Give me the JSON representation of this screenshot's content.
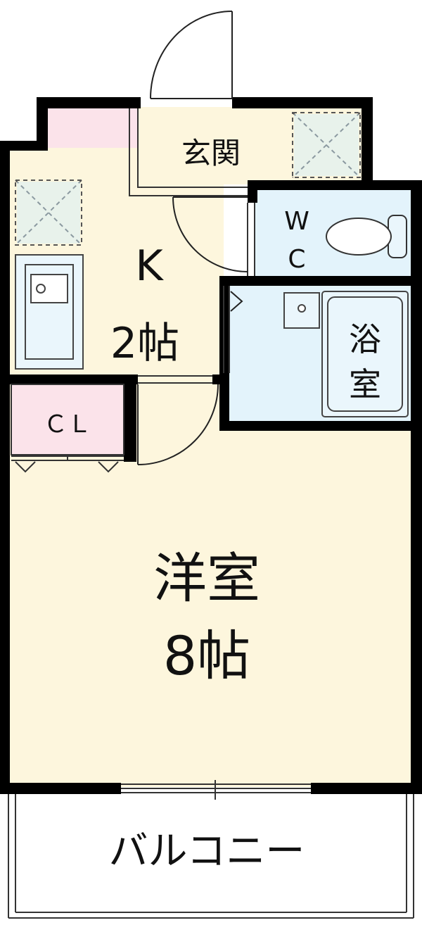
{
  "colors": {
    "floor": "#fdf6dd",
    "wet_area": "#e3f3fb",
    "storage": "#fbe3ea",
    "wall": "#000000",
    "thin_line": "#444444"
  },
  "rooms": {
    "genkan": {
      "label": "玄関"
    },
    "kitchen": {
      "label_line1": "K",
      "label_line2": "2帖"
    },
    "wc": {
      "label_line1": "W",
      "label_line2": "C"
    },
    "bath": {
      "label_line1": "浴",
      "label_line2": "室"
    },
    "closet": {
      "label": "ＣＬ"
    },
    "western_room": {
      "label_line1": "洋室",
      "label_line2": "8帖"
    },
    "balcony": {
      "label": "バルコニー"
    }
  }
}
